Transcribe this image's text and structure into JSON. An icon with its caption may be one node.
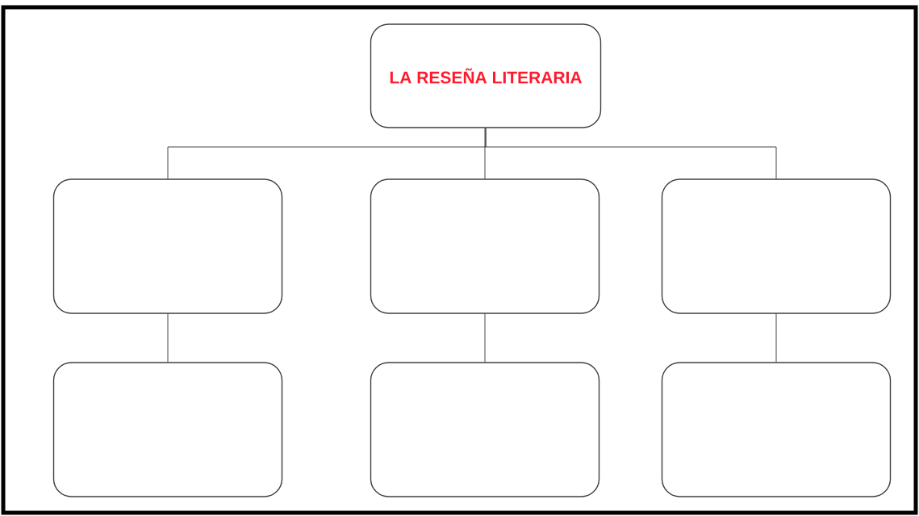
{
  "diagram": {
    "nodes": [
      {
        "text": [
          "LA RESEÑA LITERARIA"
        ]
      },
      {
        "text": [],
        "shape": "box"
      },
      {
        "text": [],
        "shape": "box"
      },
      {
        "text": [],
        "shape": "box"
      },
      {
        "text": [],
        "shape": "box"
      },
      {
        "text": [],
        "shape": "box"
      },
      {
        "text": [],
        "shape": "box"
      }
    ],
    "edges": [
      {
        "from": 0,
        "to": 1,
        "arrow": "none"
      },
      {
        "from": 0,
        "to": 2,
        "arrow": "none"
      },
      {
        "from": 0,
        "to": 3,
        "arrow": "none"
      },
      {
        "from": 1,
        "to": 4,
        "arrow": "none"
      },
      {
        "from": 2,
        "to": 5,
        "arrow": "none"
      },
      {
        "from": 3,
        "to": 6,
        "arrow": "none"
      }
    ]
  }
}
